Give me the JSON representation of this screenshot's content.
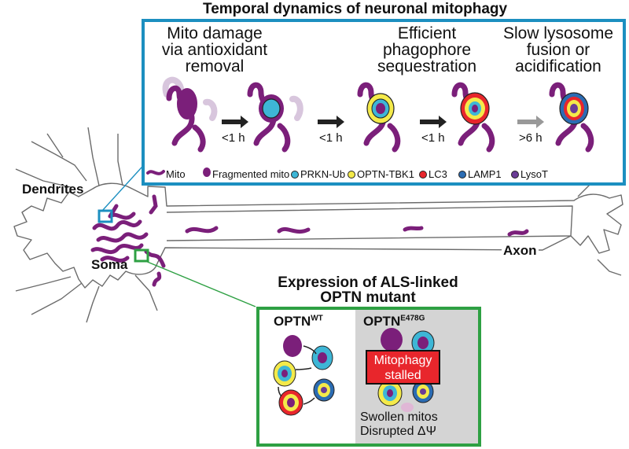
{
  "top_panel": {
    "title": "Temporal dynamics of neuronal mitophagy",
    "stages": [
      {
        "caption": "Mito damage via antioxidant removal",
        "lines": [
          "Mito damage",
          "via antioxidant",
          "removal"
        ]
      },
      {
        "caption": "Efficient phagophore sequestration",
        "lines": [
          "Efficient",
          "phagophore",
          "sequestration"
        ]
      },
      {
        "caption": "Slow lysosome fusion or acidification",
        "lines": [
          "Slow lysosome",
          "fusion or",
          "acidification"
        ]
      }
    ],
    "arrow_times": [
      "<1 h",
      "<1 h",
      "<1 h",
      ">6 h"
    ],
    "legend": [
      {
        "label": "Mito",
        "color": "#7b1f7a"
      },
      {
        "label": "Fragmented mito",
        "color": "#7b1f7a"
      },
      {
        "label": "PRKN-Ub",
        "color": "#3eb6d6"
      },
      {
        "label": "OPTN-TBK1",
        "color": "#f4ea4a"
      },
      {
        "label": "LC3",
        "color": "#e8262c"
      },
      {
        "label": "LAMP1",
        "color": "#2b6cb3"
      },
      {
        "label": "LysoT",
        "color": "#6a3c96"
      }
    ]
  },
  "neuron": {
    "dendrites_label": "Dendrites",
    "soma_label": "Soma",
    "axon_label": "Axon"
  },
  "bottom_panel": {
    "title_line1": "Expression of ALS-linked",
    "title_line2": "OPTN mutant",
    "wt_label": "OPTN",
    "wt_sup": "WT",
    "mut_label": "OPTN",
    "mut_sup": "E478G",
    "stalled_line1": "Mitophagy",
    "stalled_line2": "stalled",
    "note_line1": "Swollen mitos",
    "note_line2": "Disrupted ΔΨ"
  },
  "colors": {
    "top_box": "#1c8fc0",
    "bottom_box": "#2ea043",
    "mito": "#7b1f7a",
    "mito_ghost": "#d8c6dd",
    "prkn": "#3eb6d6",
    "optn": "#f4ea4a",
    "lc3": "#e8262c",
    "lamp1": "#2b6cb3",
    "lysot": "#6a3c96",
    "mutant_bg": "#d4d4d4"
  }
}
